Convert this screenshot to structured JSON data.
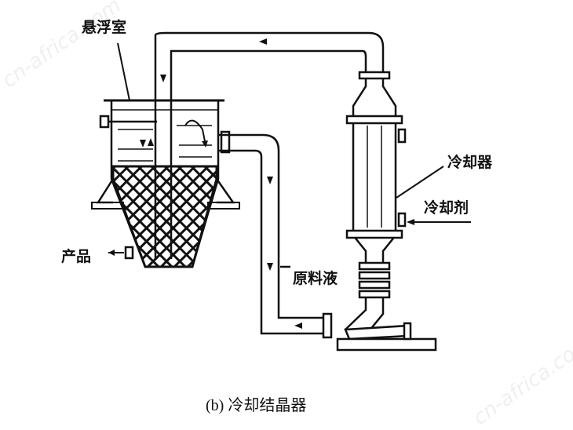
{
  "labels": {
    "suspension_chamber": "悬浮室",
    "cooler": "冷却器",
    "coolant": "冷却剂",
    "product": "产品",
    "feed_liquid": "原料液"
  },
  "caption": "(b) 冷却结晶器",
  "watermark": "cn-africa.com"
}
